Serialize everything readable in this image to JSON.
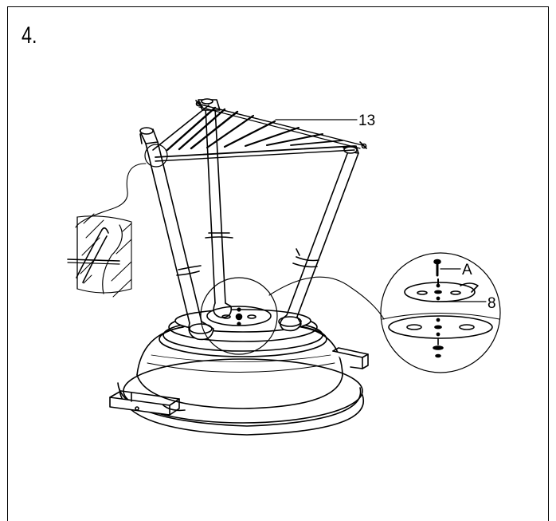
{
  "step": {
    "number": "4."
  },
  "callouts": {
    "rope": "13",
    "screw": "A",
    "plate": "8"
  },
  "colors": {
    "ink": "#000000",
    "paper": "#ffffff",
    "shade": "#e6e6e6"
  }
}
